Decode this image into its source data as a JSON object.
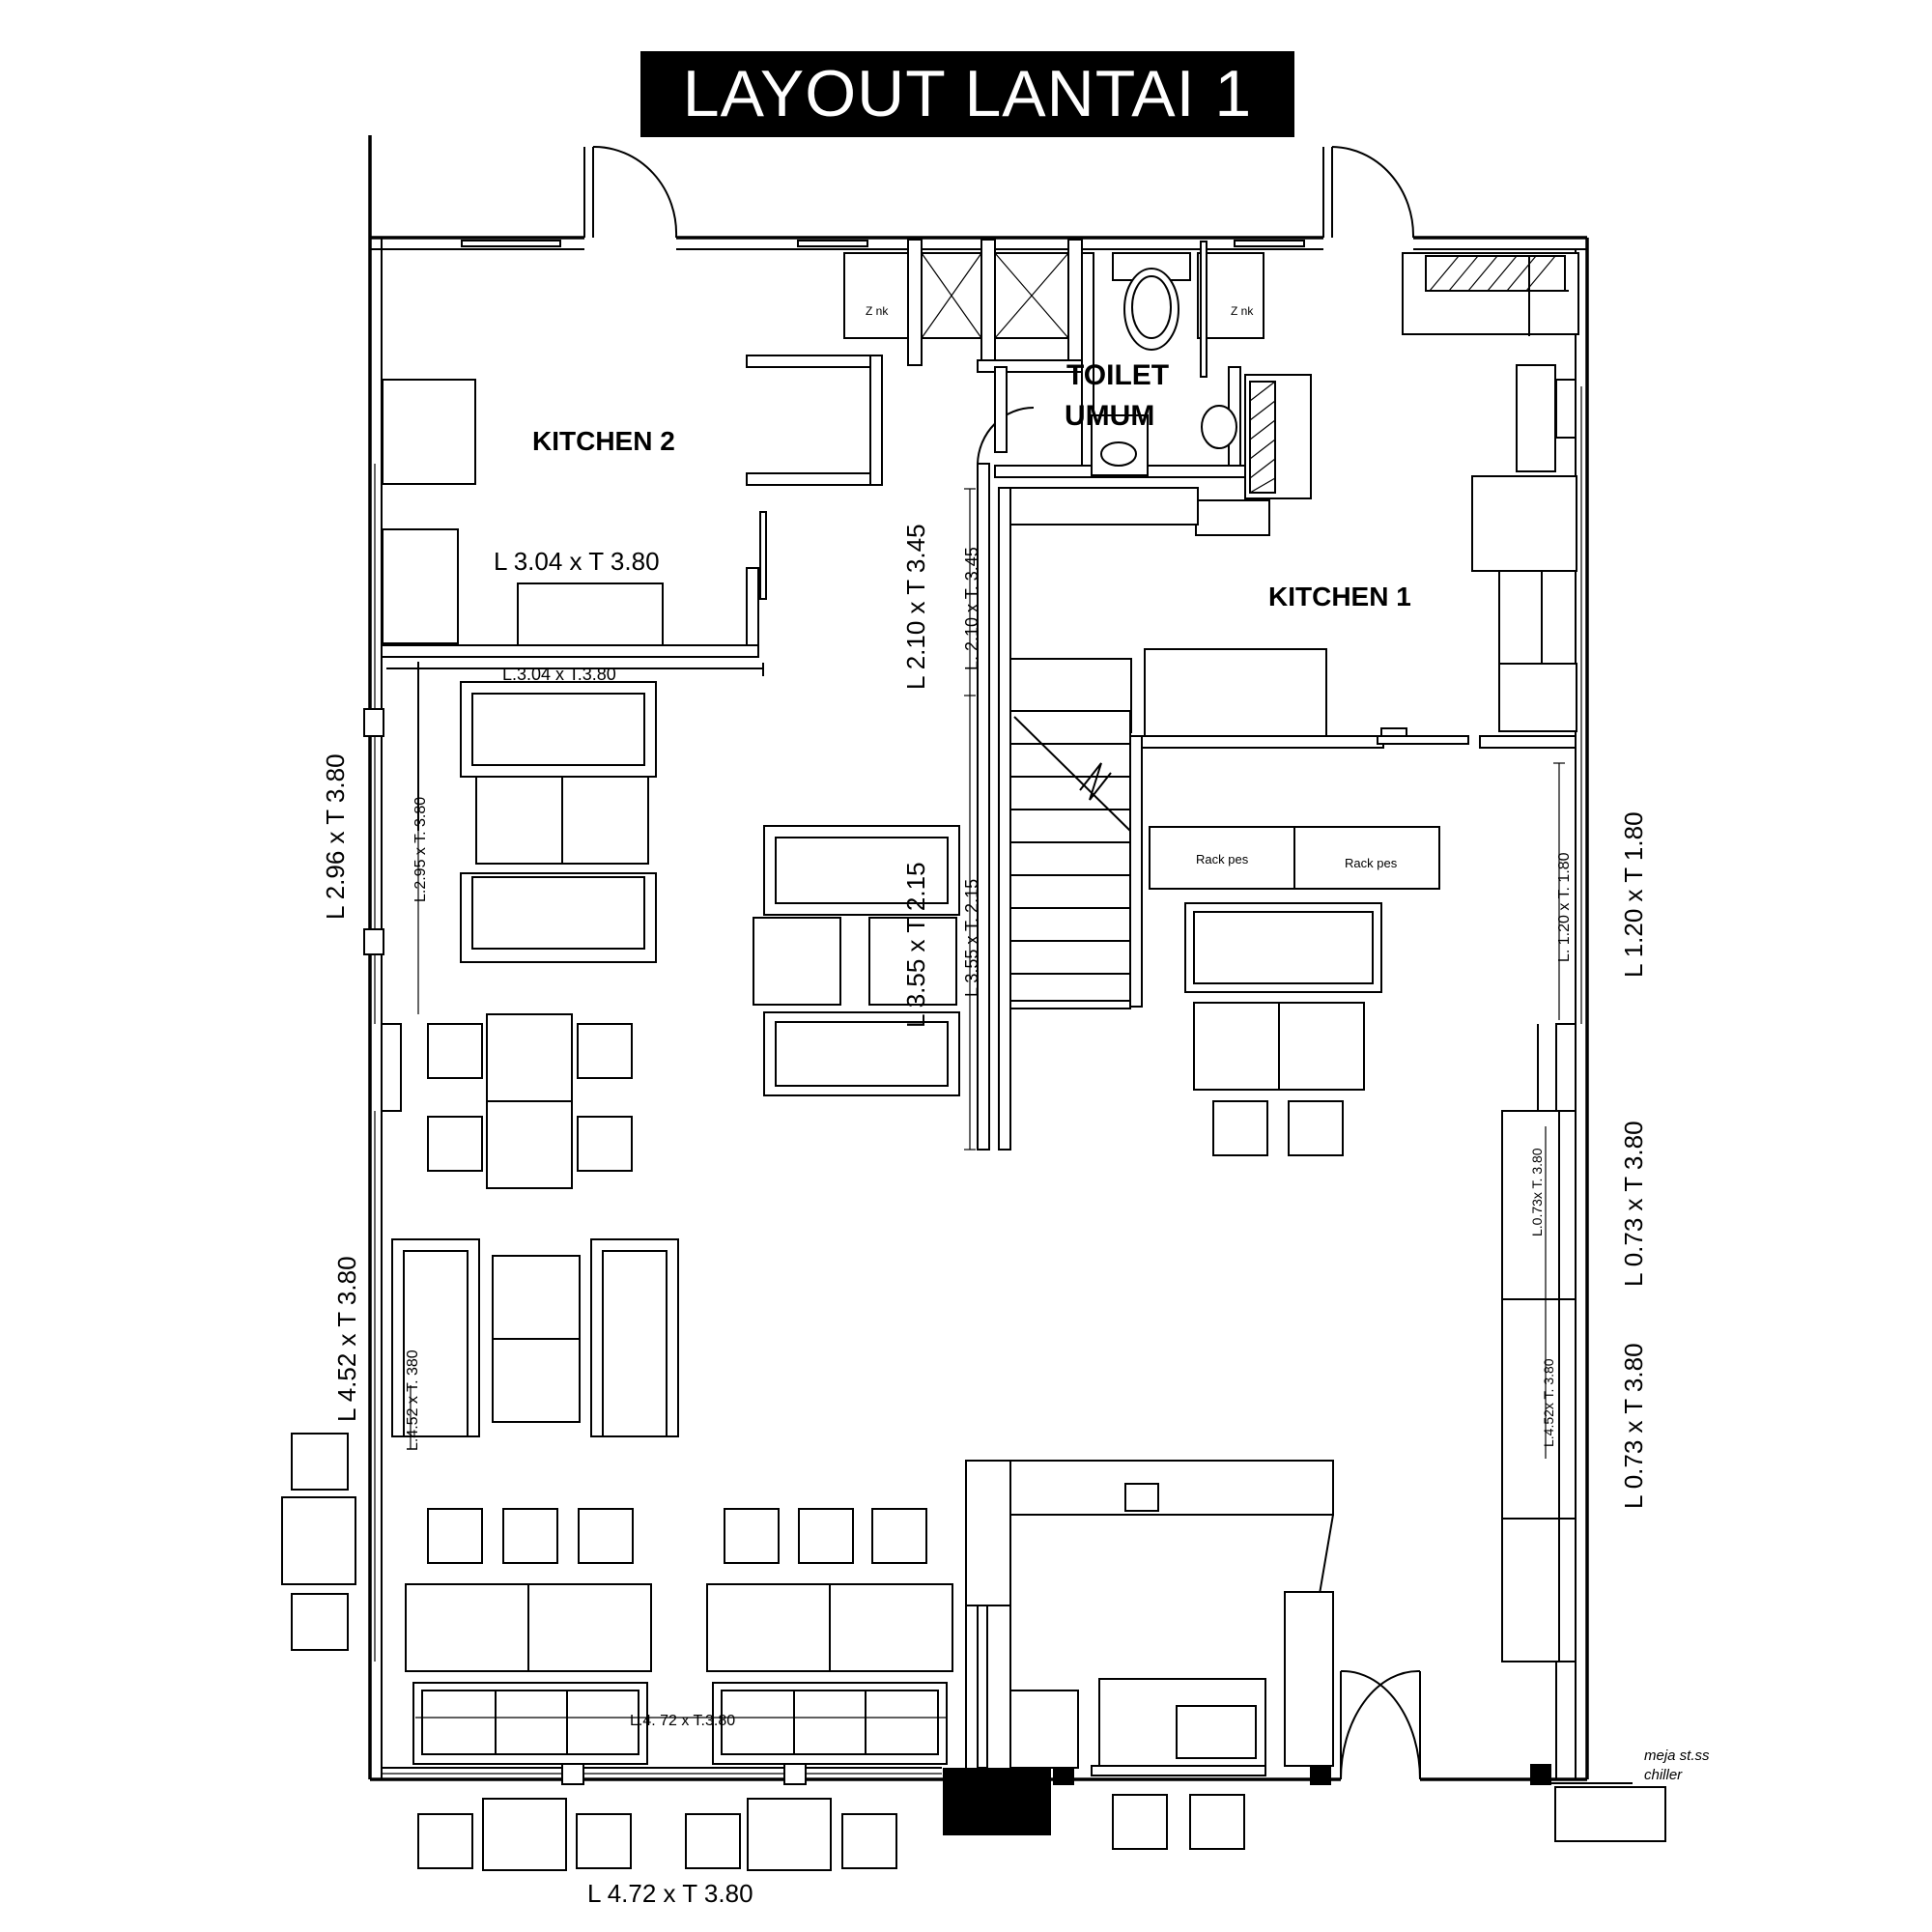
{
  "title": "LAYOUT LANTAI 1",
  "rooms": {
    "kitchen2": "KITCHEN  2",
    "kitchen1": "KITCHEN  1",
    "toilet_line1": "TOILET",
    "toilet_line2": "UMUM"
  },
  "dimensions": {
    "kitchen2_large": "L 3.04 x T 3.80",
    "kitchen2_small": "L.3.04 x T.3.80",
    "left_wall_upper_large": "L 2.96 x T 3.80",
    "left_wall_upper_small": "L.2.95 x T. 3.80",
    "left_wall_lower_large": "L 4.52 x T 3.80",
    "left_wall_lower_small": "L.4.52 x T. 380",
    "corridor_large": "L 2.10 x T 3.45",
    "corridor_small": "L. 2.10 x T. 3.45",
    "stair_large": "L 3.55 x T 2.15",
    "stair_small": "L 3.55 x T. 2.15",
    "right_upper_large": "L 1.20 x T 1.80",
    "right_upper_small": "L. 1.20 x T. 1.80",
    "right_mid_large": "L 0.73 x T 3.80",
    "right_mid_small": "L.0.73x T. 3.80",
    "right_lower_large": "L 0.73 x T 3.80",
    "right_lower_small": "L.4.52x T. 3.80",
    "bottom_large": "L 4.72 x T 3.80",
    "bottom_small": "L.4. 72 x T.3.80"
  },
  "labels": {
    "zink_left": "Z nk",
    "zink_right": "Z nk",
    "rack_left": "Rack pes",
    "rack_right": "Rack pes",
    "chiller_line1": "meja st.ss",
    "chiller_line2": "chiller"
  }
}
